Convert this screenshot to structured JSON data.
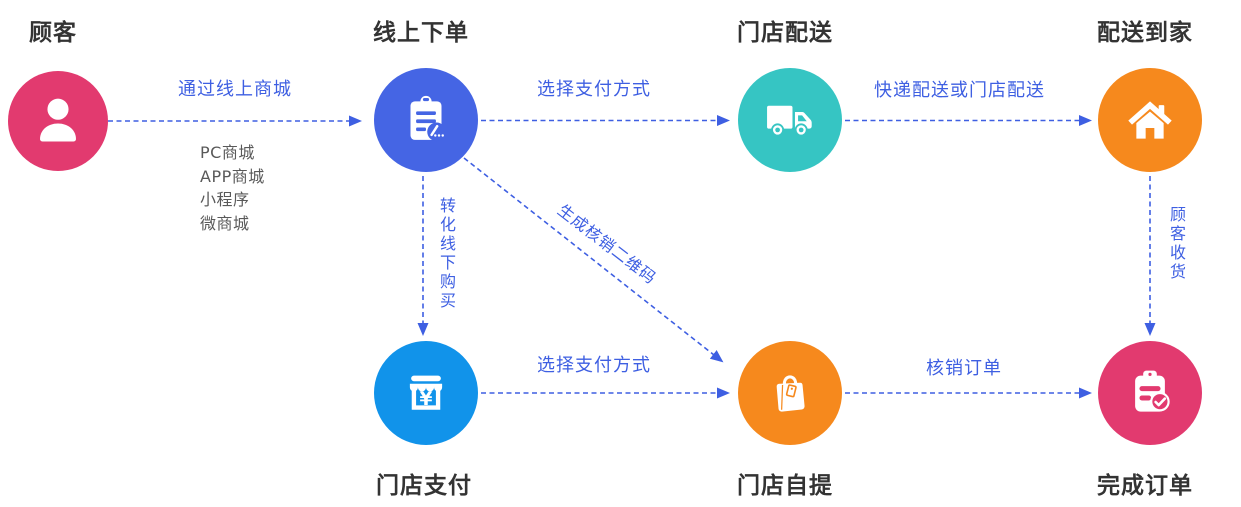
{
  "colors": {
    "pink": "#E23A6F",
    "royal_blue": "#4565E4",
    "teal": "#36C5C3",
    "orange": "#F6891D",
    "bright_blue": "#1193EA",
    "arrow_blue": "#3E5FE2",
    "title_text": "#333333",
    "muted_text": "#595959"
  },
  "nodes": [
    {
      "title": "顾客",
      "icon": "person-icon",
      "color": "#E23A6F"
    },
    {
      "title": "线上下单",
      "icon": "order-clipboard-icon",
      "color": "#4565E4"
    },
    {
      "title": "门店配送",
      "icon": "delivery-truck-icon",
      "color": "#36C5C3"
    },
    {
      "title": "配送到家",
      "icon": "home-icon",
      "color": "#F6891D"
    },
    {
      "title": "门店支付",
      "icon": "storefront-icon",
      "color": "#1193EA"
    },
    {
      "title": "门店自提",
      "icon": "shopping-bag-icon",
      "color": "#F6891D"
    },
    {
      "title": "完成订单",
      "icon": "clipboard-check-icon",
      "color": "#E23A6F"
    }
  ],
  "edges": {
    "via_online_mall": "通过线上商城",
    "online_channels": [
      "PC商城",
      "APP商城",
      "小程序",
      "微商城"
    ],
    "choose_payment_online": "选择支付方式",
    "express_or_store_delivery": "快递配送或门店配送",
    "convert_to_offline_purchase": "转化线下购买",
    "generate_verification_qr": "生成核销二维码",
    "choose_payment_offline": "选择支付方式",
    "verify_order": "核销订单",
    "customer_receives_goods": "顾客收货"
  }
}
